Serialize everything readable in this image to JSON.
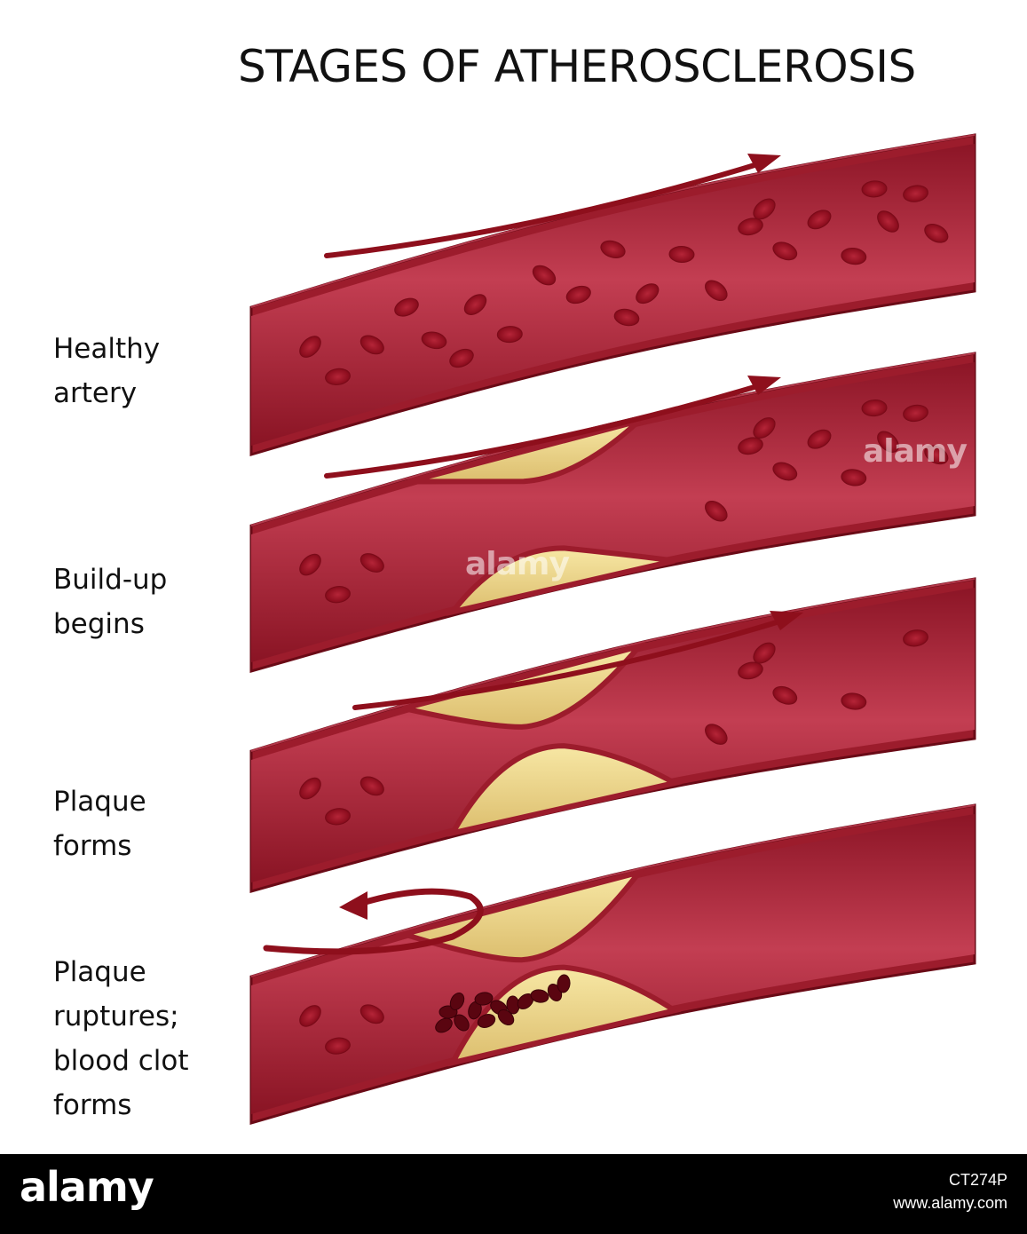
{
  "title": "STAGES OF ATHEROSCLEROSIS",
  "stages": [
    {
      "lines": [
        "Healthy",
        "artery"
      ],
      "plaque": "none",
      "flow": "normal"
    },
    {
      "lines": [
        "Build-up",
        "begins"
      ],
      "plaque": "small",
      "flow": "normal"
    },
    {
      "lines": [
        "Plaque",
        "forms"
      ],
      "plaque": "large",
      "flow": "normal"
    },
    {
      "lines": [
        "Plaque",
        "ruptures;",
        "blood clot",
        "forms"
      ],
      "plaque": "ruptured",
      "flow": "blocked"
    }
  ],
  "watermark": "alamy",
  "footer": {
    "logo": "alamy",
    "image_id": "CT274P",
    "site": "www.alamy.com"
  },
  "colors": {
    "artery_wall": "#9c1c2c",
    "artery_dark": "#6a0a16",
    "artery_lumen": "#b02a3e",
    "arrow": "#8e0f1c",
    "plaque": "#f2dc8c",
    "plaque_dark": "#caa860"
  }
}
